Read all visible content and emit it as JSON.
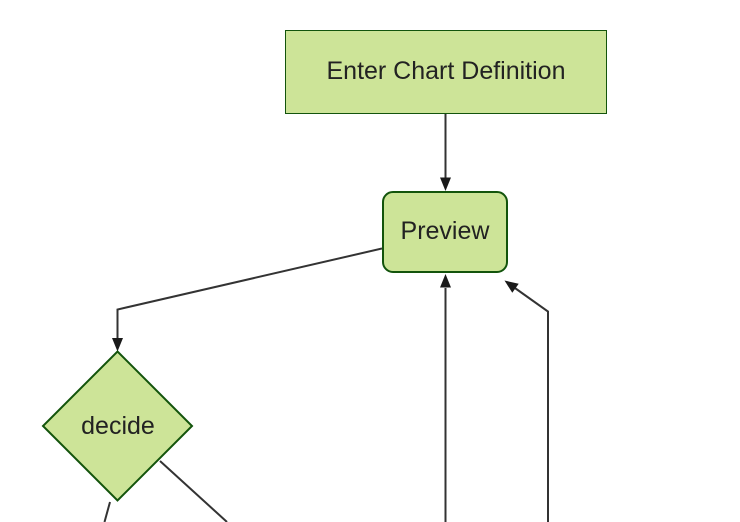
{
  "diagram": {
    "type": "flowchart",
    "nodes": [
      {
        "id": "enter-chart-definition",
        "label": "Enter Chart Definition",
        "shape": "rectangle"
      },
      {
        "id": "preview",
        "label": "Preview",
        "shape": "rounded-rectangle"
      },
      {
        "id": "decide",
        "label": "decide",
        "shape": "diamond"
      }
    ],
    "edges": [
      {
        "from": "enter-chart-definition",
        "to": "preview",
        "arrowhead": true
      },
      {
        "from": "preview",
        "to": "decide",
        "arrowhead": true
      },
      {
        "from": "offscreen-bottom-center",
        "to": "preview",
        "arrowhead": true
      },
      {
        "from": "offscreen-bottom-right",
        "to": "preview",
        "arrowhead": true
      },
      {
        "from": "decide",
        "to": "offscreen-bottom-left",
        "arrowhead": false
      },
      {
        "from": "decide",
        "to": "offscreen-bottom-right",
        "arrowhead": false
      }
    ],
    "colors": {
      "node_fill": "#cde498",
      "node_border": "#13540c",
      "edge_line": "#333333",
      "arrowhead": "#1a1a1a",
      "background": "#ffffff",
      "text": "#222222"
    }
  }
}
